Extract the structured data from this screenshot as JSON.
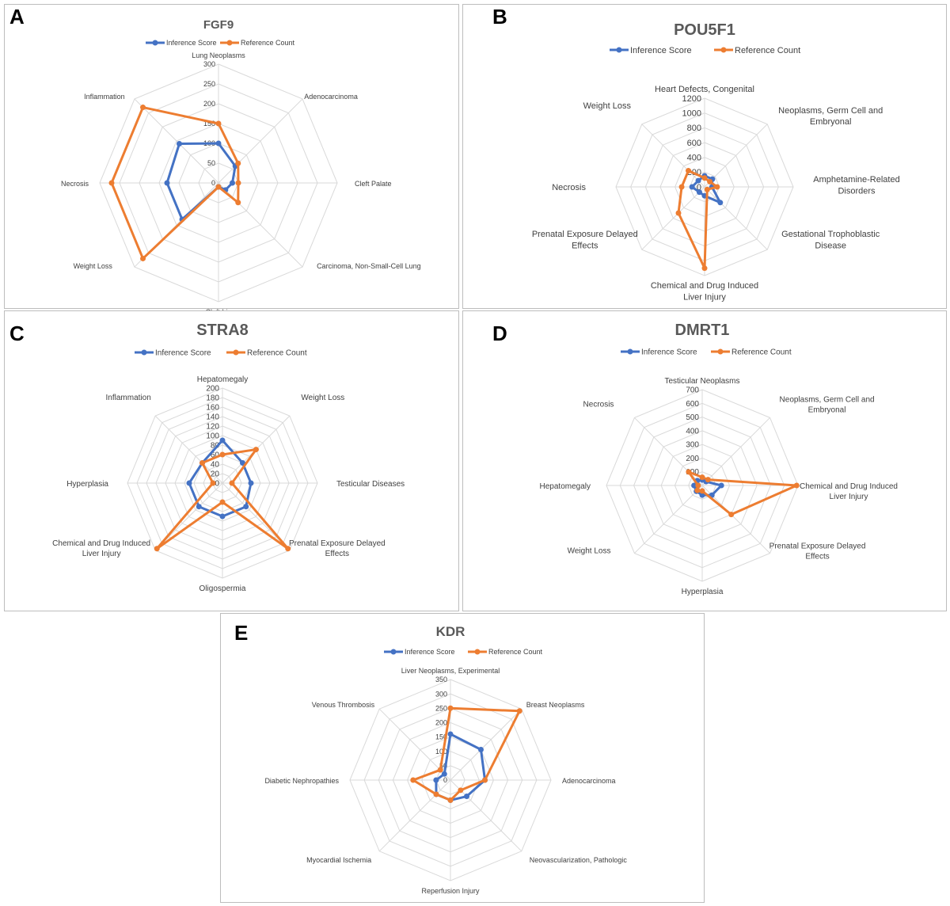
{
  "legend": {
    "inference": "Inference Score",
    "reference": "Reference Count"
  },
  "colors": {
    "inference": "#4472C4",
    "reference": "#ED7D31",
    "grid": "#D9D9D9",
    "text": "#404040",
    "title": "#595959"
  },
  "chart_data": [
    {
      "id": "A",
      "type": "radar",
      "title": "FGF9",
      "rmax": 300,
      "ticks": [
        0,
        50,
        100,
        150,
        200,
        250,
        300
      ],
      "categories": [
        "Lung Neoplasms",
        "Adenocarcinoma",
        "Cleft Palate",
        "Carcinoma, Non-Small-Cell Lung",
        "Cleft Lip",
        "Weight Loss",
        "Necrosis",
        "Inflammation"
      ],
      "series": [
        {
          "name": "Inference Score",
          "values": [
            100,
            60,
            35,
            25,
            10,
            130,
            130,
            140
          ]
        },
        {
          "name": "Reference Count",
          "values": [
            150,
            70,
            50,
            70,
            10,
            270,
            270,
            270
          ]
        }
      ]
    },
    {
      "id": "B",
      "type": "radar",
      "title": "POU5F1",
      "rmax": 1200,
      "ticks": [
        0,
        200,
        400,
        600,
        800,
        1000,
        1200
      ],
      "categories": [
        "Heart Defects, Congenital",
        "Neoplasms, Germ Cell and Embryonal",
        "Amphetamine-Related Disorders",
        "Gestational Trophoblastic Disease",
        "Chemical and Drug Induced Liver Injury",
        "Prenatal Exposure Delayed Effects",
        "Necrosis",
        "Weight Loss"
      ],
      "series": [
        {
          "name": "Inference Score",
          "values": [
            150,
            150,
            100,
            300,
            120,
            100,
            170,
            120
          ]
        },
        {
          "name": "Reference Count",
          "values": [
            120,
            100,
            170,
            50,
            1100,
            500,
            310,
            310
          ]
        }
      ]
    },
    {
      "id": "C",
      "type": "radar",
      "title": "STRA8",
      "rmax": 200,
      "ticks": [
        0,
        20,
        40,
        60,
        80,
        100,
        120,
        140,
        160,
        180,
        200
      ],
      "categories": [
        "Hepatomegaly",
        "Weight Loss",
        "Testicular Diseases",
        "Prenatal Exposure Delayed Effects",
        "Oligospermia",
        "Chemical and Drug Induced Liver Injury",
        "Hyperplasia",
        "Inflammation"
      ],
      "series": [
        {
          "name": "Inference Score",
          "values": [
            90,
            60,
            60,
            70,
            70,
            70,
            70,
            60
          ]
        },
        {
          "name": "Reference Count",
          "values": [
            60,
            100,
            20,
            195,
            40,
            195,
            20,
            60
          ]
        }
      ]
    },
    {
      "id": "D",
      "type": "radar",
      "title": "DMRT1",
      "rmax": 700,
      "ticks": [
        0,
        100,
        200,
        300,
        400,
        500,
        600,
        700
      ],
      "categories": [
        "Testicular Neoplasms",
        "Neoplasms, Germ Cell and Embryonal",
        "Chemical and Drug Induced Liver Injury",
        "Prenatal Exposure Delayed Effects",
        "Hyperplasia",
        "Weight Loss",
        "Hepatomegaly",
        "Necrosis"
      ],
      "series": [
        {
          "name": "Inference Score",
          "values": [
            40,
            40,
            140,
            100,
            70,
            60,
            60,
            50
          ]
        },
        {
          "name": "Reference Count",
          "values": [
            60,
            60,
            690,
            300,
            40,
            50,
            30,
            140
          ]
        }
      ]
    },
    {
      "id": "E",
      "type": "radar",
      "title": "KDR",
      "rmax": 350,
      "ticks": [
        0,
        50,
        100,
        150,
        200,
        250,
        300,
        350
      ],
      "categories": [
        "Liver Neoplasms, Experimental",
        "Breast Neoplasms",
        "Adenocarcinoma",
        "Neovascularization, Pathologic",
        "Reperfusion Injury",
        "Myocardial Ischemia",
        "Diabetic Nephropathies",
        "Venous Thrombosis"
      ],
      "series": [
        {
          "name": "Inference Score",
          "values": [
            160,
            150,
            120,
            80,
            70,
            70,
            50,
            30
          ]
        },
        {
          "name": "Reference Count",
          "values": [
            250,
            340,
            120,
            50,
            70,
            70,
            130,
            50
          ]
        }
      ]
    }
  ]
}
